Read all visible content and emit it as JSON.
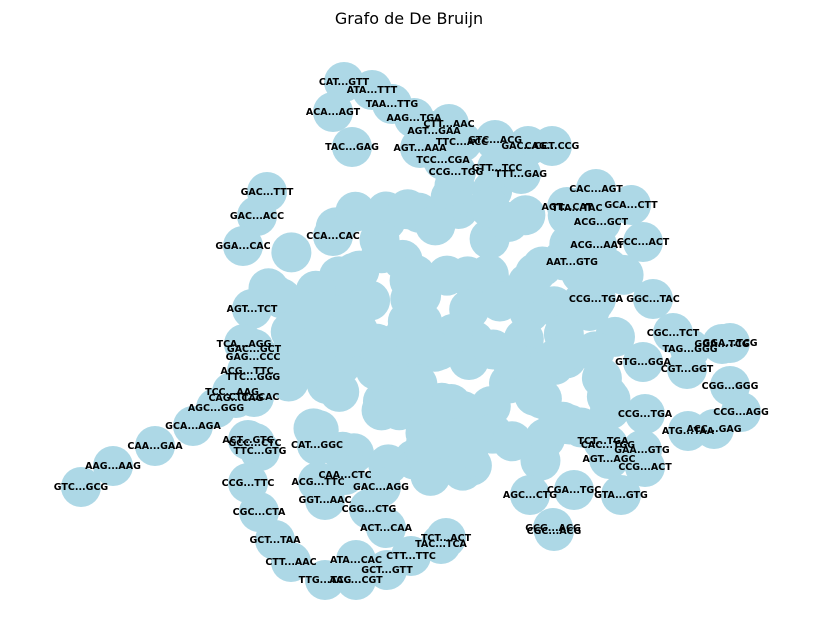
{
  "title": "Grafo de De Bruijn",
  "colors": {
    "node": "#add8e6",
    "label": "#000000",
    "background": "#ffffff"
  },
  "nodes": [
    "CAT...GTT",
    "ATA...TTT",
    "TAA...TTG",
    "ACA...AGT",
    "AAG...TGA",
    "CTT...AAC",
    "AGT...GAA",
    "TAC...GAG",
    "AGT...AAA",
    "TTC...ACC",
    "GTC...ACG",
    "TCC...CGA",
    "GAC...CCT",
    "CAG...CCG",
    "GTT...TCC",
    "CCG...TGG",
    "TTT...GAG",
    "GAC...TTT",
    "CAC...AGT",
    "GCA...CTT",
    "ACG...GCT",
    "AGT...CAT",
    "GAC...ACC",
    "TTA...TAC",
    "CCA...CAC",
    "ACG...AAT",
    "GGA...CAC",
    "CCC...ACT",
    "AAT...GTG",
    "AGT...TCT",
    "GGA...TCG",
    "CCG...TGA",
    "GGC...TAC",
    "TCA...AGG",
    "GAC...GCT",
    "GAG...CCC",
    "TTC...GGG",
    "ACG...TTC",
    "CGC...TCT",
    "GGA...TCG",
    "TAG...GGG",
    "CGT...GGT",
    "GTG...GGA",
    "CGG...GGG",
    "CAG...CAG",
    "AGC...GGG",
    "TCC...AAG",
    "CCG...AGG",
    "GCA...AGA",
    "CTT...CAC",
    "CCG...TGA",
    "ACC...GAG",
    "ACT...GTC",
    "CAA...GAA",
    "GCC...CTC",
    "TTC...GTG",
    "CAT...GGC",
    "ATG...TAA",
    "AAG...AAG",
    "TCT...TGA",
    "GAA...GTG",
    "AGT...AGC",
    "GTC...GCG",
    "CCG...TTC",
    "ACG...TTC",
    "GAC...AGG",
    "CCG...ACT",
    "CAA...CTC",
    "CGA...TGC",
    "CAC...TGG",
    "GGT...AAC",
    "AGC...CTG",
    "CGG...CTG",
    "GTA...GTG",
    "CGC...CTA",
    "ACT...CAA",
    "GCG...ACG",
    "GCT...TAA",
    "TAC...TCA",
    "TCT...ACT",
    "CTT...AAC",
    "ATA...CAC",
    "CTT...TTC",
    "TTG...TAG",
    "GCT...GTT",
    "ACC...CGT",
    "CGC...ACG"
  ]
}
